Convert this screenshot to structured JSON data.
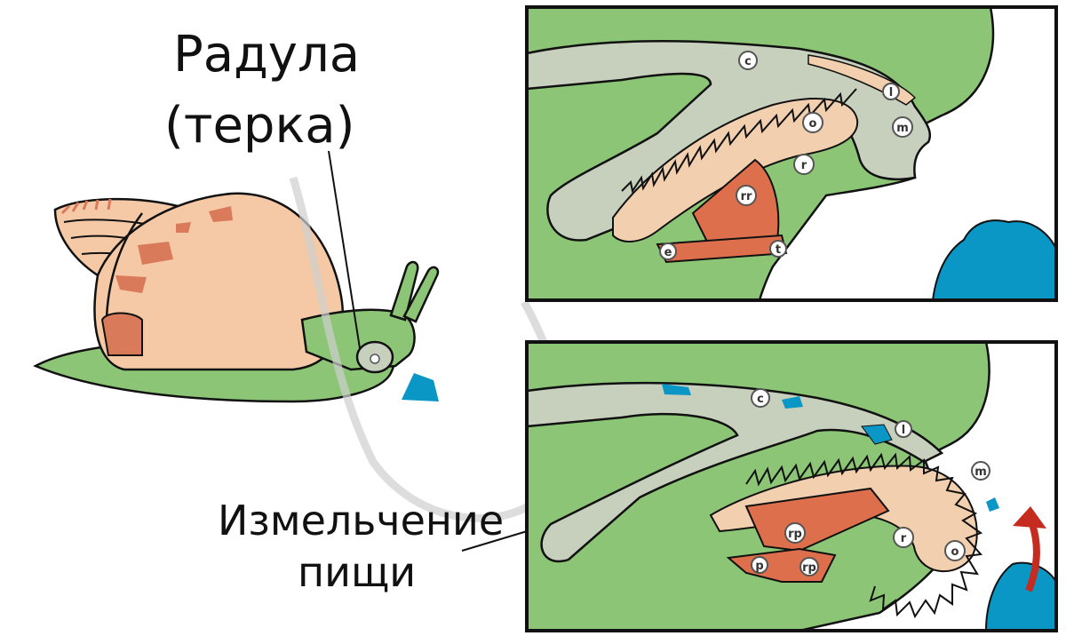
{
  "labels": {
    "radula_line1": "Радула",
    "radula_line2": "(терка)",
    "grinding_line1": "Измельчение",
    "grinding_line2": "пищи"
  },
  "top_panel_markers": {
    "c": "c",
    "l": "l",
    "m": "m",
    "o": "o",
    "r": "r",
    "rr": "rr",
    "e": "e",
    "t": "t"
  },
  "bottom_panel_markers": {
    "c": "c",
    "l": "l",
    "m": "m",
    "o": "o",
    "r": "r",
    "rp": "rp",
    "p": "p",
    "rp2": "rp"
  },
  "colors": {
    "body_green": "#8dc576",
    "shell": "#f6c9a6",
    "shell_spots": "#d97a5a",
    "muscle": "#dd6f4c",
    "cartilage": "#f2cfae",
    "gray_tissue": "#c7cfbd",
    "food": "#0b97c6",
    "arrow": "#c62b1f"
  }
}
